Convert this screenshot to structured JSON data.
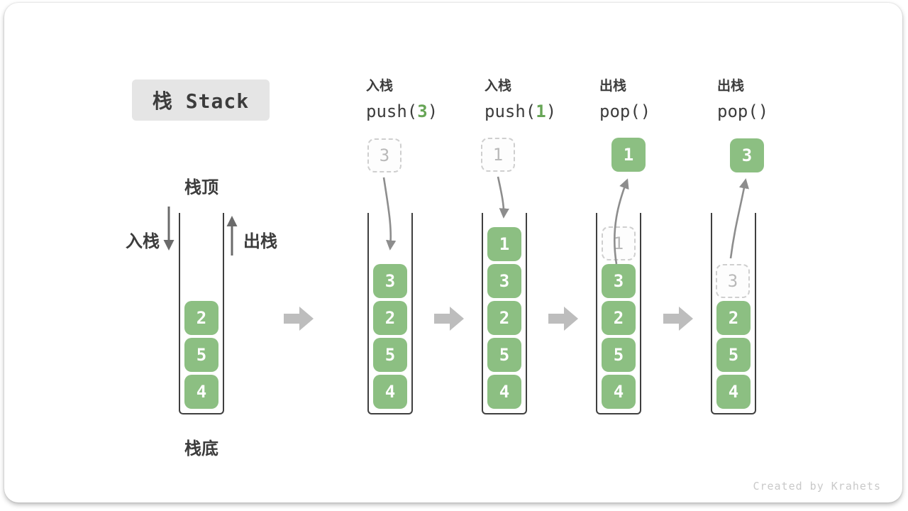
{
  "title": "栈 Stack",
  "watermark": "Created by Krahets",
  "legend": {
    "top": "栈顶",
    "bottom": "栈底",
    "push": "入栈",
    "pop": "出栈"
  },
  "stack0": {
    "cells": [
      "2",
      "5",
      "4"
    ]
  },
  "steps": [
    {
      "label": "入栈",
      "code": {
        "pre": "push(",
        "arg": "3",
        "post": ")"
      },
      "floating": "3",
      "floating_style": "ghost",
      "cells": [
        "3",
        "2",
        "5",
        "4"
      ]
    },
    {
      "label": "入栈",
      "code": {
        "pre": "push(",
        "arg": "1",
        "post": ")"
      },
      "floating": "1",
      "floating_style": "ghost",
      "cells": [
        "1",
        "3",
        "2",
        "5",
        "4"
      ]
    },
    {
      "label": "出栈",
      "code": {
        "pre": "pop(",
        "arg": "",
        "post": ")"
      },
      "floating": "1",
      "floating_style": "green",
      "ghost": "1",
      "cells": [
        "3",
        "2",
        "5",
        "4"
      ]
    },
    {
      "label": "出栈",
      "code": {
        "pre": "pop(",
        "arg": "",
        "post": ")"
      },
      "floating": "3",
      "floating_style": "green",
      "ghost": "3",
      "cells": [
        "2",
        "5",
        "4"
      ]
    }
  ],
  "colors": {
    "ink": "#3c3c3c",
    "title_box_bg": "#e5e5e5",
    "green_fill": "#8cbf82",
    "cell_text": "#ffffff",
    "code_green": "#67a556",
    "ghost_border": "#cfcfcf",
    "ghost_text": "#b9b9b9",
    "ghost_bg": "#fdfdfd",
    "container_border": "#3f3f3f",
    "arrow_dark": "#6b6b6b",
    "arrow_gray": "#8d8d8d",
    "block_arrow": "#bdbdbd",
    "watermark": "#c9c9c9"
  }
}
